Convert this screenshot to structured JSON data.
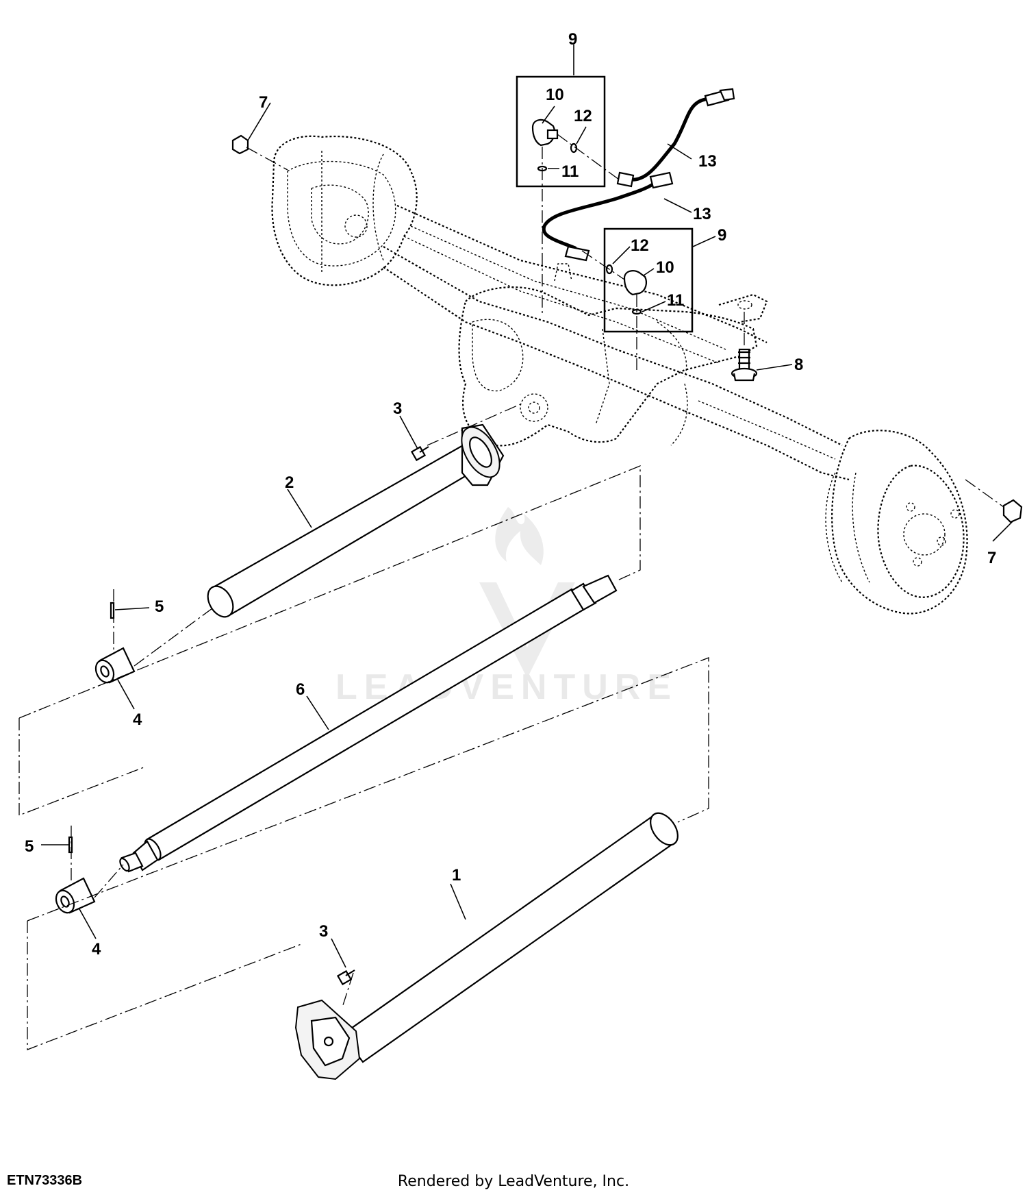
{
  "figure_id": "ETN73336B",
  "footer_credit": "Rendered by LeadVenture, Inc.",
  "watermark_text": "LEADVENTURE",
  "callouts": {
    "c1": "1",
    "c2": "2",
    "c3_upper": "3",
    "c3_lower": "3",
    "c4_upper": "4",
    "c4_lower": "4",
    "c5_upper": "5",
    "c5_lower": "5",
    "c6": "6",
    "c7_left": "7",
    "c7_right": "7",
    "c8": "8",
    "c9_upper": "9",
    "c9_lower": "9",
    "c10_upper": "10",
    "c10_lower": "10",
    "c11_upper": "11",
    "c11_lower": "11",
    "c12_upper": "12",
    "c12_lower": "12",
    "c13_upper": "13",
    "c13_lower": "13"
  },
  "icons": {
    "watermark": "flame-v-logo-icon"
  },
  "colors": {
    "line": "#000000",
    "watermark": "#e9e9e9",
    "background": "#ffffff"
  }
}
